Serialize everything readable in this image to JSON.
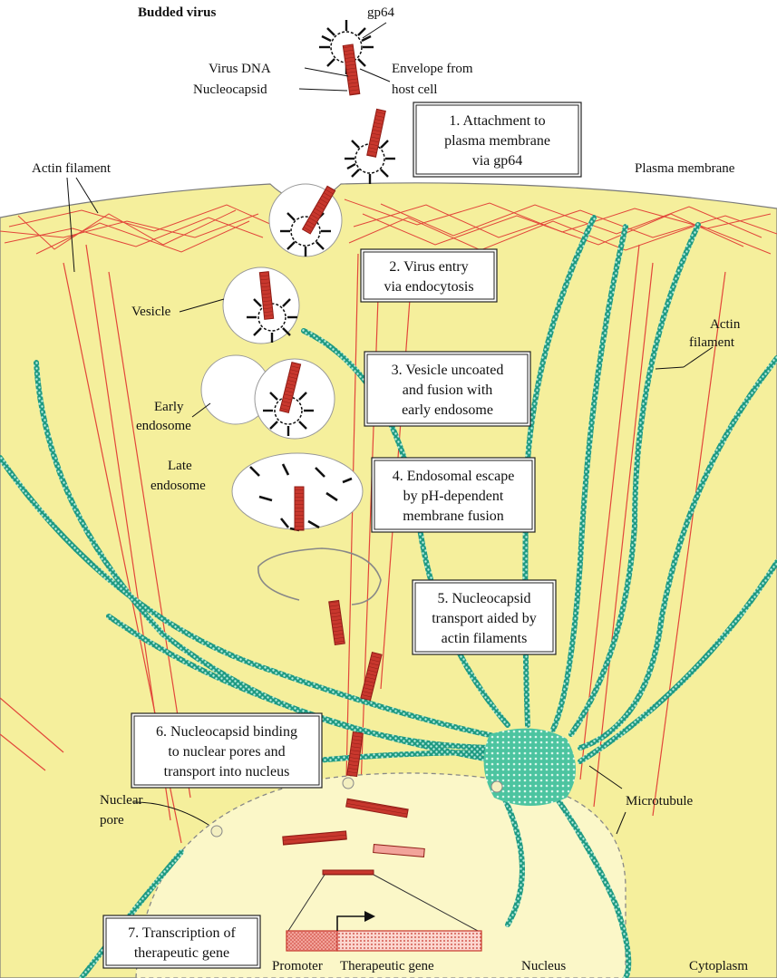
{
  "labels": {
    "budded_virus": "Budded virus",
    "gp64": "gp64",
    "virus_dna": "Virus DNA",
    "nucleocapsid": "Nucleocapsid",
    "envelope_1": "Envelope from",
    "envelope_2": "host cell",
    "actin_filament_left": "Actin filament",
    "plasma_membrane": "Plasma membrane",
    "actin_right_1": "Actin",
    "actin_right_2": "filament",
    "vesicle": "Vesicle",
    "early_1": "Early",
    "early_2": "endosome",
    "late_1": "Late",
    "late_2": "endosome",
    "nuclear_1": "Nuclear",
    "nuclear_2": "pore",
    "microtubule": "Microtubule",
    "promoter": "Promoter",
    "therapeutic_gene": "Therapeutic gene",
    "nucleus": "Nucleus",
    "cytoplasm": "Cytoplasm"
  },
  "steps": [
    {
      "lines": [
        "1. Attachment to",
        "plasma membrane",
        "via gp64"
      ]
    },
    {
      "lines": [
        "2. Virus entry",
        "via endocytosis"
      ]
    },
    {
      "lines": [
        "3. Vesicle uncoated",
        "and fusion with",
        "early endosome"
      ]
    },
    {
      "lines": [
        "4. Endosomal escape",
        "by pH-dependent",
        "membrane fusion"
      ]
    },
    {
      "lines": [
        "5. Nucleocapsid",
        "transport aided by",
        "actin filaments"
      ]
    },
    {
      "lines": [
        "6. Nucleocapsid binding",
        "to nuclear pores and",
        "transport into nucleus"
      ]
    },
    {
      "lines": [
        "7. Transcription of",
        "therapeutic gene"
      ]
    }
  ],
  "colors": {
    "cytoplasm": "#f5ef9c",
    "nucleus": "#fbf7c8",
    "actin": "#e2463a",
    "microtubule": "#1f9a82",
    "nucleocapsid": "#c8372d",
    "mtoc": "#4cc4a0"
  }
}
